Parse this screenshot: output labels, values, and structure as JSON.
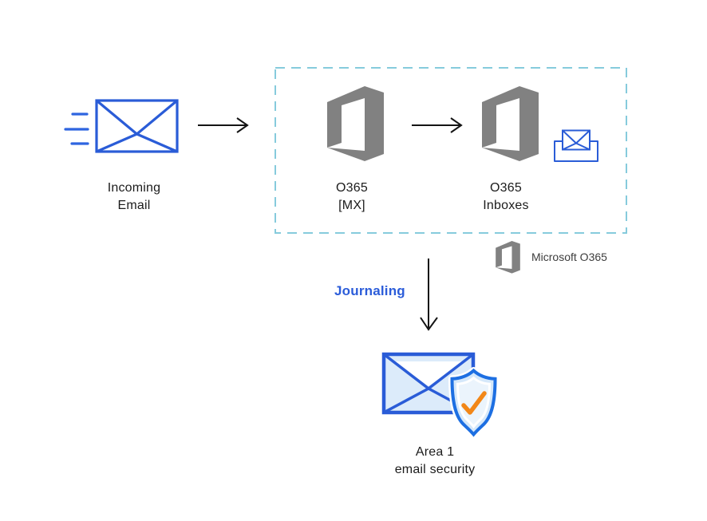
{
  "diagram": {
    "type": "email-flow-diagram",
    "background": "#ffffff",
    "nodes": {
      "incoming": {
        "label": "Incoming\nEmail",
        "icon": "speed-envelope-icon"
      },
      "o365_mx": {
        "label": "O365\n[MX]",
        "icon": "office365-logo-icon"
      },
      "o365_inboxes": {
        "label": "O365\nInboxes",
        "icon": "office365-logo-icon"
      },
      "area1": {
        "label": "Area 1\nemail security",
        "icon": "envelope-shield-check-icon"
      }
    },
    "legend": {
      "label": "Microsoft O365",
      "icon": "office365-logo-icon"
    },
    "edges": {
      "incoming_to_mx": {
        "icon": "arrow-right-icon"
      },
      "mx_to_inboxes": {
        "icon": "arrow-right-icon"
      },
      "journaling": {
        "label": "Journaling",
        "icon": "arrow-down-icon"
      }
    },
    "group_box": {
      "style": "dashed",
      "contains": "O365 [MX] and O365 Inboxes"
    },
    "icons": {
      "inbox_tray": "inbox-tray-envelope-icon"
    },
    "colors": {
      "royal_blue": "#2A5CD7",
      "bright_blue": "#1D6FE2",
      "light_blue_fill": "#DCEBFA",
      "pale_blue_fill": "#EBF4FC",
      "dashed_border": "#86CBDC",
      "logo_gray": "#818181",
      "arrow_black": "#141414",
      "check_orange": "#F28718",
      "journaling_blue": "#2B5CD9",
      "text_dark": "#1b1b1b"
    }
  }
}
